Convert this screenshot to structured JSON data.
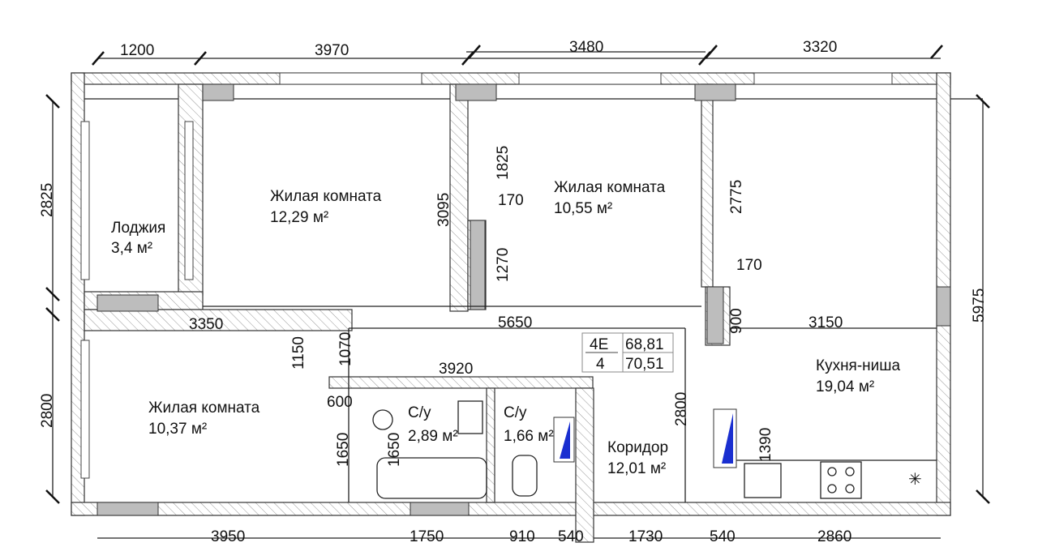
{
  "dimensions": {
    "top": [
      "1200",
      "3970",
      "3480",
      "3320"
    ],
    "left": [
      "2825",
      "2800"
    ],
    "right": [
      "5975"
    ],
    "bottom": [
      "3950",
      "1750",
      "910",
      "540",
      "1730",
      "540",
      "2860"
    ],
    "interior": {
      "d3095": "3095",
      "d1825": "1825",
      "d170a": "170",
      "d1270": "1270",
      "d2775": "2775",
      "d170b": "170",
      "d3350": "3350",
      "d5650": "5650",
      "d3150": "3150",
      "d900": "900",
      "d1150": "1150",
      "d1070": "1070",
      "d3920": "3920",
      "d600": "600",
      "d1650a": "1650",
      "d1650b": "1650",
      "d2800": "2800",
      "d1390": "1390"
    }
  },
  "rooms": [
    {
      "name": "Лоджия",
      "area": "3,4 м²"
    },
    {
      "name": "Жилая комната",
      "area": "12,29 м²"
    },
    {
      "name": "Жилая комната",
      "area": "10,55 м²"
    },
    {
      "name": "Кухня-ниша",
      "area": "19,04 м²"
    },
    {
      "name": "Жилая комната",
      "area": "10,37 м²"
    },
    {
      "name": "С/у",
      "area": "2,89 м²"
    },
    {
      "name": "С/у",
      "area": "1,66 м²"
    },
    {
      "name": "Коридор",
      "area": "12,01 м²"
    }
  ],
  "apartment_table": {
    "type": "4E",
    "number": "4",
    "area_living": "68,81",
    "area_total": "70,51"
  },
  "colors": {
    "wall_line": "#333333",
    "column": "#bdbdbd",
    "duct": "#1a2fd0"
  }
}
